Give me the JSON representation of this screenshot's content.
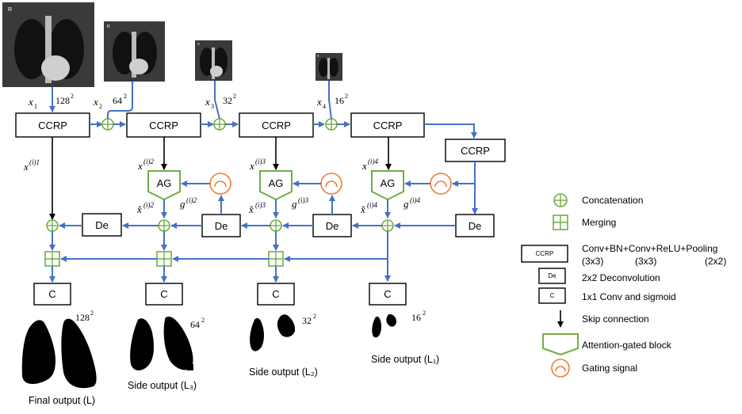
{
  "inputs": [
    {
      "var": "x",
      "sub": "1",
      "size": "128",
      "exp": "2"
    },
    {
      "var": "x",
      "sub": "2",
      "size": "64",
      "exp": "2"
    },
    {
      "var": "x",
      "sub": "3",
      "size": "32",
      "exp": "2"
    },
    {
      "var": "x",
      "sub": "4",
      "size": "16",
      "exp": "2"
    }
  ],
  "xray_labels": [
    "R",
    "R",
    "R",
    "R"
  ],
  "blocks": {
    "ccrp": "CCRP",
    "de": "De",
    "c": "C",
    "ag": "AG"
  },
  "skips": [
    {
      "var": "x",
      "sup": "(i)1"
    },
    {
      "var": "x",
      "sup": "(i)2"
    },
    {
      "var": "x",
      "sup": "(i)3"
    },
    {
      "var": "x",
      "sup": "(i)4"
    }
  ],
  "gates": [
    {
      "var": "g",
      "sup": "(i)2"
    },
    {
      "var": "g",
      "sup": "(i)3"
    },
    {
      "var": "g",
      "sup": "(i)4"
    }
  ],
  "gated": [
    {
      "var": "x̂",
      "sup": "(i)2"
    },
    {
      "var": "x̂",
      "sup": "(i)3"
    },
    {
      "var": "x̂",
      "sup": "(i)4"
    }
  ],
  "output_sizes": [
    {
      "size": "128",
      "exp": "2"
    },
    {
      "size": "64",
      "exp": "2"
    },
    {
      "size": "32",
      "exp": "2"
    },
    {
      "size": "16",
      "exp": "2"
    }
  ],
  "outputs": [
    {
      "text": "Final output (L)"
    },
    {
      "text": "Side output (L₃)"
    },
    {
      "text": "Side output (L₂)"
    },
    {
      "text": "Side output (L₁)"
    }
  ],
  "legend": {
    "concat": "Concatenation",
    "merge": "Merging",
    "ccrp_box": "CCRP",
    "ccrp_desc": "Conv+BN+Conv+ReLU+Pooling",
    "ccrp_k1": "(3x3)",
    "ccrp_k2": "(3x3)",
    "ccrp_k3": "(2x2)",
    "de_box": "De",
    "de_desc": "2x2 Deconvolution",
    "c_box": "C",
    "c_desc": "1x1 Conv and sigmoid",
    "skip": "Skip connection",
    "ag": "Attention-gated block",
    "gate": "Gating signal"
  },
  "colors": {
    "blue": "#4472c4",
    "green": "#70ad47",
    "orange": "#ed7d31",
    "black": "#000000"
  }
}
